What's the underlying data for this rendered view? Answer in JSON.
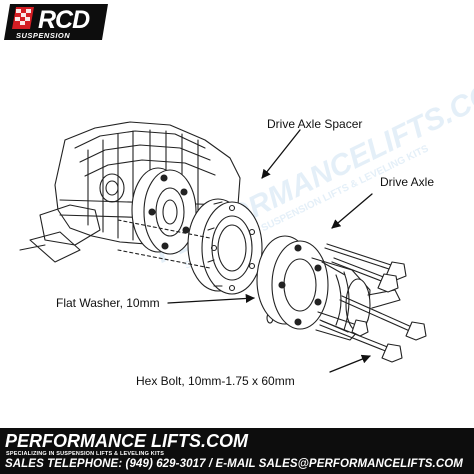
{
  "logo": {
    "word": "RCD",
    "sub": "SUSPENSION"
  },
  "watermark": {
    "main": "PERFORMANCELIFTS.COM",
    "sub": "SPECIALIZING IN SUSPENSION LIFTS & LEVELING KITS"
  },
  "labels": {
    "drive_axle_spacer": "Drive Axle Spacer",
    "drive_axle": "Drive Axle",
    "flat_washer": "Flat Washer, 10mm",
    "hex_bolt": "Hex Bolt, 10mm-1.75 x 60mm"
  },
  "footer": {
    "brand": "PERFORMANCE LIFTS.COM",
    "tagline": "SPECIALIZING IN SUSPENSION LIFTS & LEVELING KITS",
    "contact": "SALES TELEPHONE: (949) 629-3017 / E-MAIL SALES@PERFORMANCELIFTS.COM"
  },
  "colors": {
    "brand_red": "#d41e24",
    "footer_bg": "#0d0d0d",
    "watermark": "#cfe3f3"
  }
}
